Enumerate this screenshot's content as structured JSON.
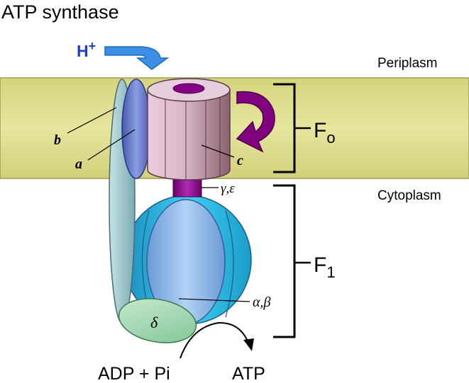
{
  "title": "ATP synthase",
  "proton": {
    "base": "H",
    "sup": "+"
  },
  "regions": {
    "top": "Periplasm",
    "bottom": "Cytoplasm"
  },
  "complexes": {
    "fo": {
      "base": "F",
      "sub": "o"
    },
    "f1": {
      "base": "F",
      "sub": "1"
    }
  },
  "subunits": {
    "a": "a",
    "b": "b",
    "c": "c",
    "gamma_epsilon": "γ,ε",
    "alpha_beta": "α,β",
    "delta": "δ"
  },
  "reaction": {
    "substrate": "ADP + Pi",
    "product": "ATP"
  },
  "colors": {
    "membrane": "#dede90",
    "membrane_edge": "#9c9c52",
    "proton_arrow": "#3d8fe6",
    "proton_text": "#1f3ec8",
    "rotation_arrow": "#800080",
    "stalk": "#860086",
    "c_ring": "#dcbccc",
    "b_subunit": "#a9cfd1",
    "a_subunit": "#6577c8",
    "f1_outer": "#1fb4e0",
    "f1_inner": "#98c0ee",
    "delta": "#9ed6a8"
  }
}
